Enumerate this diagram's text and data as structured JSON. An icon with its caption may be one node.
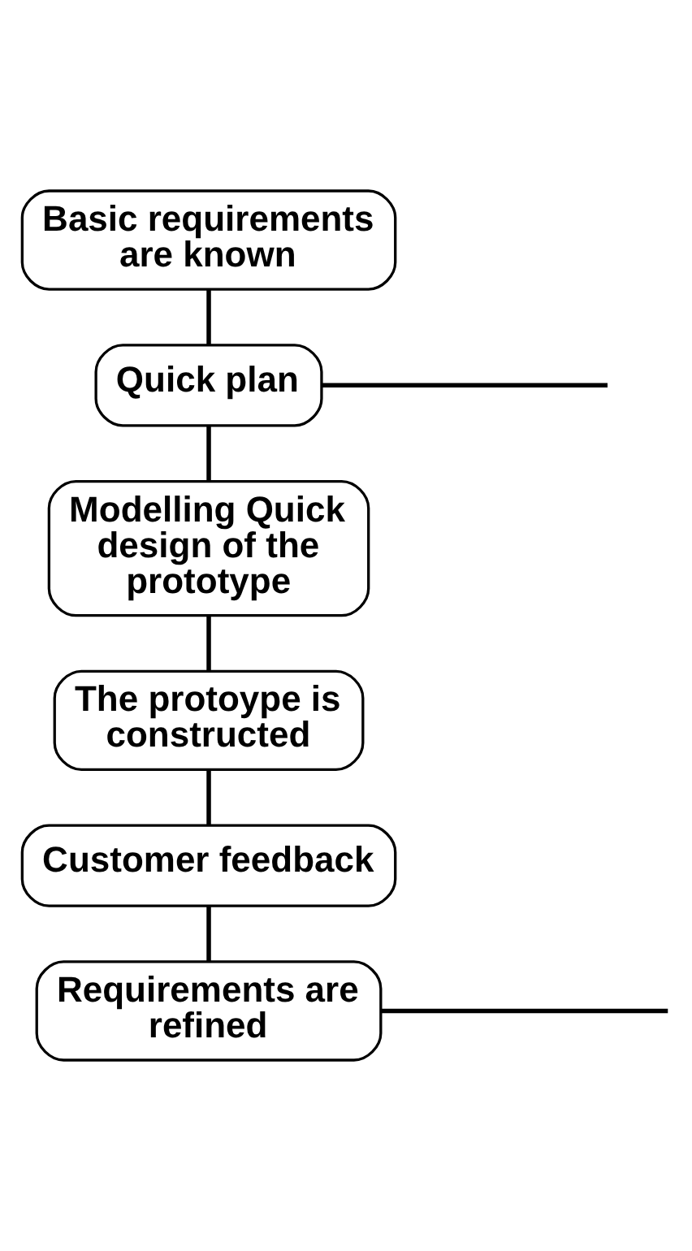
{
  "diagram": {
    "nodes": [
      {
        "text": [
          "Basic requirements are known"
        ]
      },
      {
        "text": [
          "Quick plan"
        ]
      },
      {
        "text": [
          "Modelling Quick design of the prototype"
        ]
      },
      {
        "text": [
          "The protoype is constructed"
        ]
      },
      {
        "text": [
          "Customer feedback"
        ]
      },
      {
        "text": [
          "Requirements are refined"
        ]
      }
    ],
    "edges": [
      {
        "from": 0,
        "to": 1,
        "arrow": "none"
      },
      {
        "from": 1,
        "to": null,
        "arrow": "none"
      },
      {
        "from": 1,
        "to": 2,
        "arrow": "none"
      },
      {
        "from": 2,
        "to": 3,
        "arrow": "none"
      },
      {
        "from": 3,
        "to": 4,
        "arrow": "none"
      },
      {
        "from": 4,
        "to": 5,
        "arrow": "none"
      },
      {
        "from": 5,
        "to": null,
        "arrow": "none"
      }
    ]
  }
}
